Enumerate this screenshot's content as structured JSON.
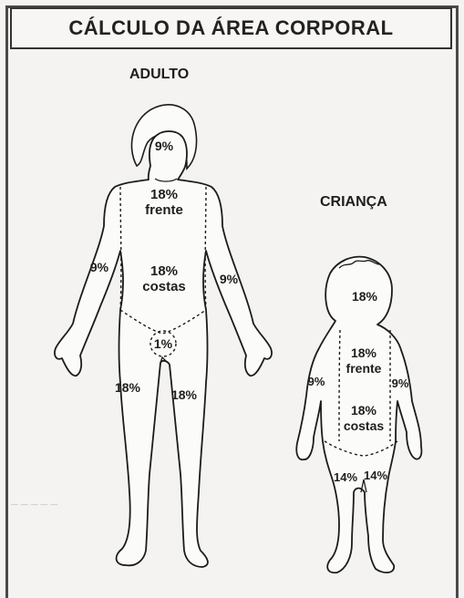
{
  "title": "CÁLCULO DA ÁREA CORPORAL",
  "adult": {
    "heading": "ADULTO",
    "regions": {
      "head": {
        "percent": "9%"
      },
      "trunk_front": {
        "percent": "18%",
        "side": "frente"
      },
      "trunk_back": {
        "percent": "18%",
        "side": "costas"
      },
      "left_arm": {
        "percent": "9%"
      },
      "right_arm": {
        "percent": "9%"
      },
      "genitals": {
        "percent": "1%"
      },
      "left_leg": {
        "percent": "18%"
      },
      "right_leg": {
        "percent": "18%"
      }
    }
  },
  "child": {
    "heading": "CRIANÇA",
    "regions": {
      "head": {
        "percent": "18%"
      },
      "trunk_front": {
        "percent": "18%",
        "side": "frente"
      },
      "trunk_back": {
        "percent": "18%",
        "side": "costas"
      },
      "left_arm": {
        "percent": "9%"
      },
      "right_arm": {
        "percent": "9%"
      },
      "left_leg": {
        "percent": "14%"
      },
      "right_leg": {
        "percent": "14%"
      }
    }
  }
}
